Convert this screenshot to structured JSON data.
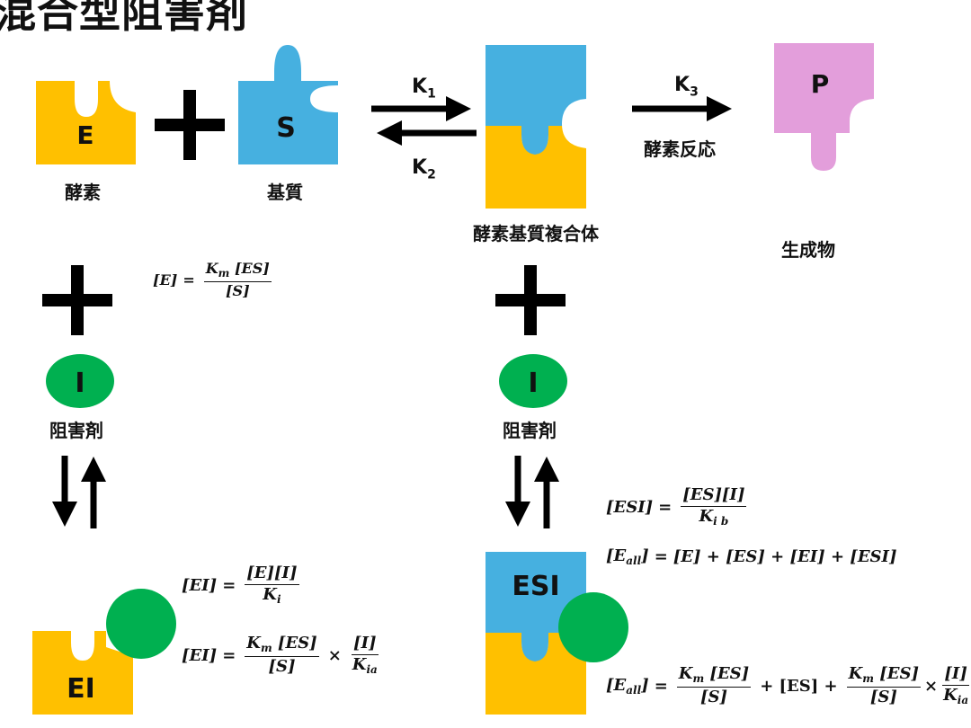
{
  "title": "混合型阻害剤",
  "colors": {
    "enzyme": "#FFC000",
    "substrate": "#46B0E0",
    "product": "#E39EDB",
    "inhibitor": "#00B050",
    "arrow": "#000000"
  },
  "shapes": {
    "enzyme_letter": "E",
    "substrate_letter": "S",
    "product_letter": "P",
    "inhibitor_letter": "I",
    "ei_letter": "EI",
    "esi_letter": "ESI"
  },
  "labels": {
    "enzyme": "酵素",
    "substrate": "基質",
    "complex": "酵素基質複合体",
    "product": "生成物",
    "reaction": "酵素反応",
    "inhibitor_left": "阻害剤",
    "inhibitor_right": "阻害剤"
  },
  "rates": {
    "k1": "K",
    "k1_sub": "1",
    "k2": "K",
    "k2_sub": "2",
    "k3": "K",
    "k3_sub": "3"
  },
  "equations": {
    "e_free": {
      "lhs": "[E]",
      "num": "K",
      "num_sub": "m",
      "num_rest": "[ES]",
      "den": "[S]"
    },
    "ei_1": {
      "lhs": "[EI]",
      "num": "[E][I]",
      "den": "K",
      "den_sub": "i"
    },
    "ei_2": {
      "lhs": "[EI]",
      "num": "K",
      "num_sub": "m",
      "num_rest": "[ES]",
      "den": "[S]",
      "times": "×",
      "num2": "[I]",
      "den2": "K",
      "den2_sub": "ia"
    },
    "esi": {
      "lhs": "[ESI]",
      "num": "[ES][I]",
      "den": "K",
      "den_sub": "i b"
    },
    "e_all_1": {
      "lhs": "[E",
      "lhs_sub": "all",
      "lhs_end": "]",
      "rhs": "[E] + [ES] + [EI] + [ESI]"
    },
    "e_all_2": {
      "lhs": "[E",
      "lhs_sub": "all",
      "lhs_end": "]",
      "num": "K",
      "num_sub": "m",
      "num_rest": "[ES]",
      "den": "[S]",
      "plus1": "+ [ES] +",
      "num3": "K",
      "num3_sub": "m",
      "num3_rest": "[ES]",
      "den3": "[S]",
      "times": "×",
      "num2": "[I]",
      "den2": "K",
      "den2_sub": "ia",
      "tail": "+"
    }
  }
}
